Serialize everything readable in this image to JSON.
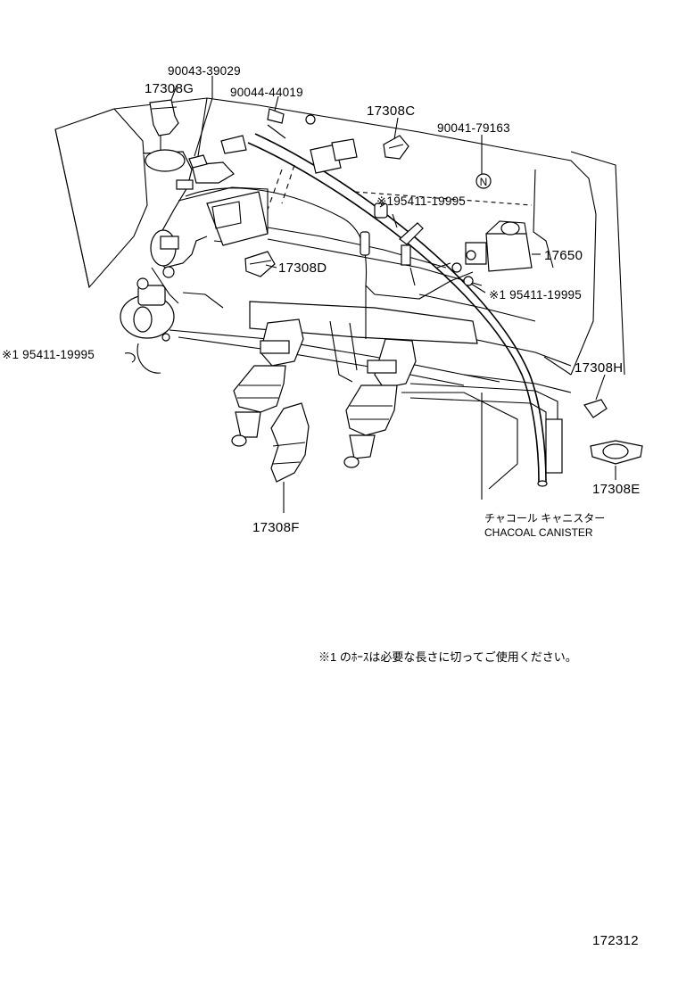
{
  "labels": {
    "p90043": "90043-39029",
    "p17308g": "17308G",
    "p90044": "90044-44019",
    "p17308c": "17308C",
    "p90041": "90041-79163",
    "n_mark": "N",
    "p195411_top": "※195411-19995",
    "p17650": "17650",
    "p17308d": "17308D",
    "p195411_right": "※1 95411-19995",
    "p195411_left": "※1 95411-19995",
    "p17308h": "17308H",
    "p17308e": "17308E",
    "p17308f": "17308F",
    "canister_jp": "チャコール キャニスター",
    "canister_en": "CHACOAL CANISTER"
  },
  "note": "※1 のﾎｰｽは必要な長さに切ってご使用ください。",
  "figure_number": "172312"
}
